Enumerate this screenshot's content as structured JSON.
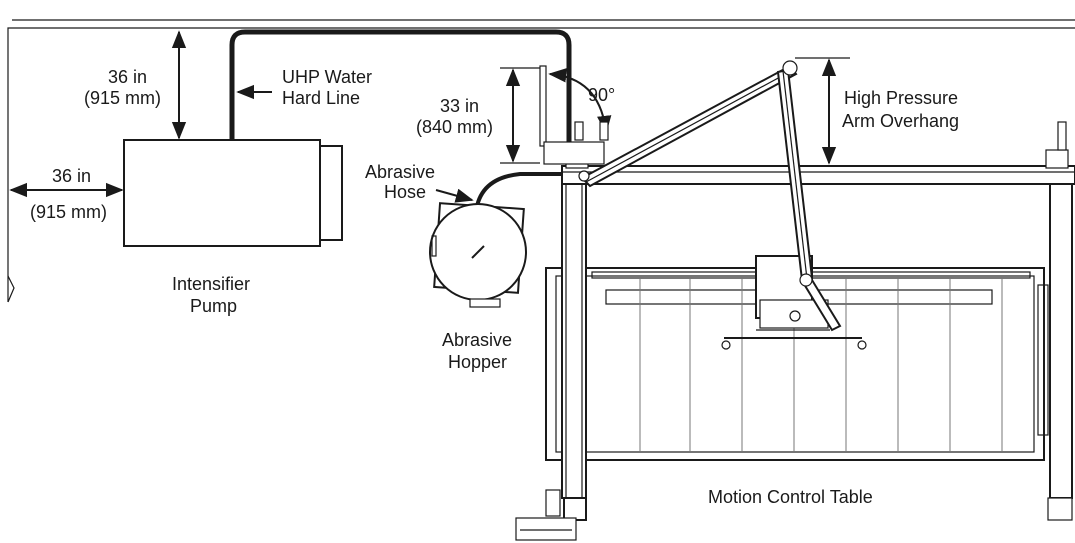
{
  "labels": {
    "top_clearance_in": "36 in",
    "top_clearance_mm": "(915 mm)",
    "left_clearance_in": "36 in",
    "left_clearance_mm": "(915 mm)",
    "hard_line_1": "UHP Water",
    "hard_line_2": "Hard Line",
    "arm_clearance_in": "33 in",
    "arm_clearance_mm": "(840 mm)",
    "angle": "90°",
    "overhang_1": "High Pressure",
    "overhang_2": "Arm Overhang",
    "hose_1": "Abrasive",
    "hose_2": "Hose",
    "pump_1": "Intensifier",
    "pump_2": "Pump",
    "hopper_1": "Abrasive",
    "hopper_2": "Hopper",
    "table": "Motion Control Table"
  },
  "colors": {
    "line": "#1a1a1a",
    "background": "#ffffff"
  }
}
